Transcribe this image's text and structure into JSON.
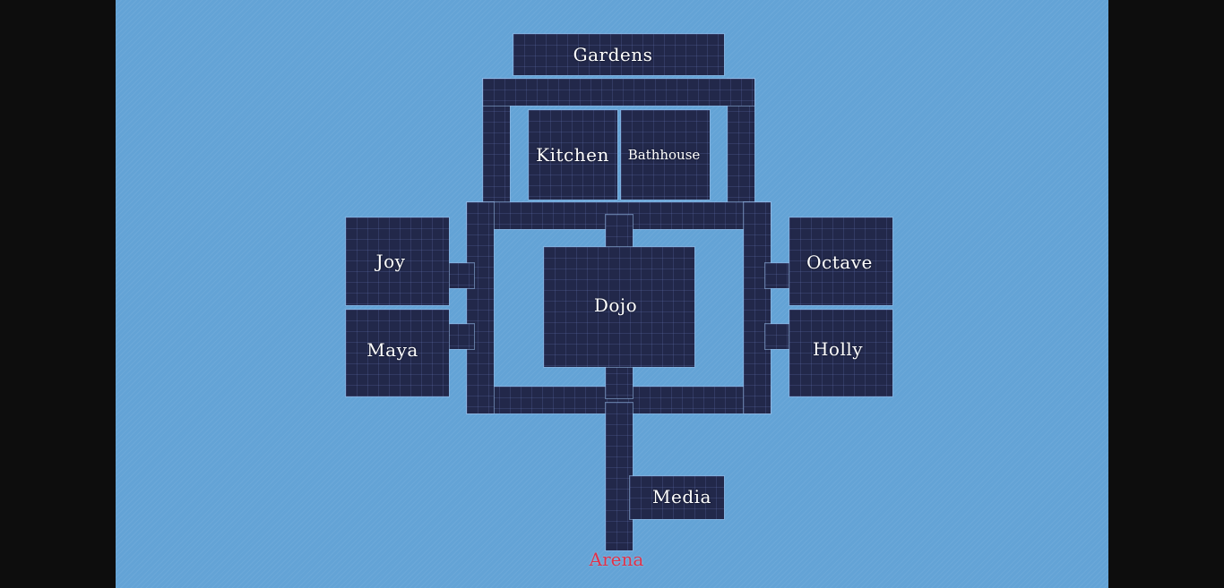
{
  "rooms": {
    "gardens": "Gardens",
    "kitchen": "Kitchen",
    "bathhouse": "Bathhouse",
    "joy": "Joy",
    "octave": "Octave",
    "dojo": "Dojo",
    "maya": "Maya",
    "holly": "Holly",
    "media": "Media",
    "arena": "Arena"
  },
  "colors": {
    "background": "#63a3d6",
    "room_fill": "#22284a",
    "label": "#ffffff",
    "arena_label": "#e0324a",
    "letterbox": "#0d0d0d"
  }
}
